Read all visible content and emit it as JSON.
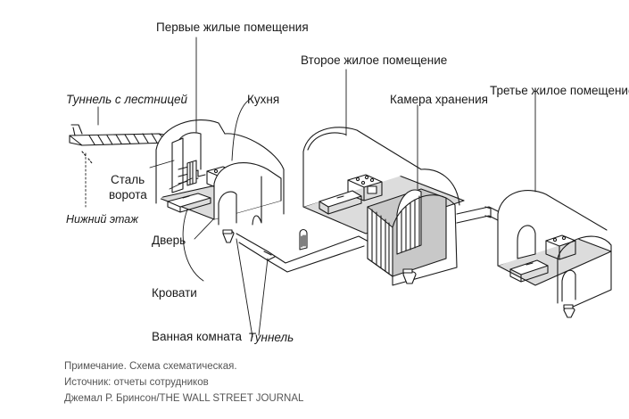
{
  "labels": {
    "first_rooms": "Первые жилые помещения",
    "second_room": "Второе жилое помещение",
    "tunnel_stairs": "Туннель с лестницей",
    "kitchen": "Кухня",
    "storage": "Камера хранения",
    "third_room": "Третье жилое помещение",
    "steel_gate_line1": "Сталь",
    "steel_gate_line2": "ворота",
    "lower_floor": "Нижний этаж",
    "door": "Дверь",
    "beds": "Кровати",
    "bathroom": "Ванная комната",
    "tunnel": "Туннель"
  },
  "notes": {
    "note": "Примечание. Схема схематическая.",
    "source": "Источник: отчеты сотрудников",
    "credit_name": "Джемал Р. Бринсон",
    "credit_pub": "/THE WALL STREET JOURNAL"
  },
  "colors": {
    "line": "#1a1a1a",
    "wall_fill": "#ffffff",
    "floor_fill": "#dcdcdc",
    "shade_fill": "#c8c8c8",
    "note_text": "#555555"
  }
}
